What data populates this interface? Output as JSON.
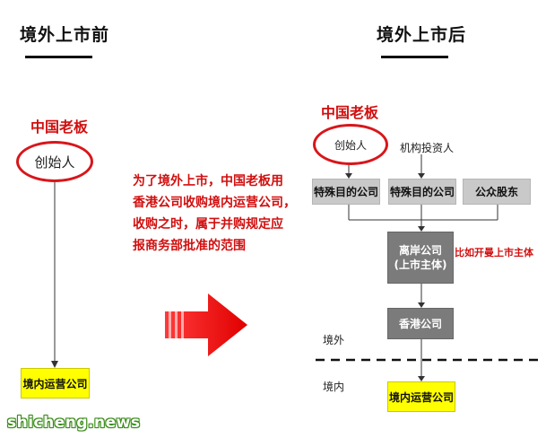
{
  "before": {
    "heading": "境外上市前",
    "boss_label": "中国老板",
    "founder": "创始人",
    "operating_company": "境内运营公司"
  },
  "note": {
    "lines": [
      "为了境外上市，中国老板用",
      "香港公司收购境内运营公司，",
      "收购之时，属于并购规定应",
      "报商务部批准的范围"
    ]
  },
  "after": {
    "heading": "境外上市后",
    "boss_label": "中国老板",
    "founder": "创始人",
    "institutional_investor": "机构投资人",
    "spv_1": "特殊目的公司",
    "spv_2": "特殊目的公司",
    "public_shareholders": "公众股东",
    "offshore_company_line1": "离岸公司",
    "offshore_company_line2": "(上市主体)",
    "offshore_annotation": "比如开曼上市主体",
    "hk_company": "香港公司",
    "overseas_label": "境外",
    "domestic_label": "境内",
    "operating_company": "境内运营公司"
  },
  "watermark": "shicheng.news",
  "colors": {
    "accent_red": "#d10f0f",
    "highlight_yellow": "#ffff00",
    "box_gray": "#c9c9c9",
    "box_dark": "#7b7b7b",
    "watermark_green": "#3a8c1a"
  }
}
